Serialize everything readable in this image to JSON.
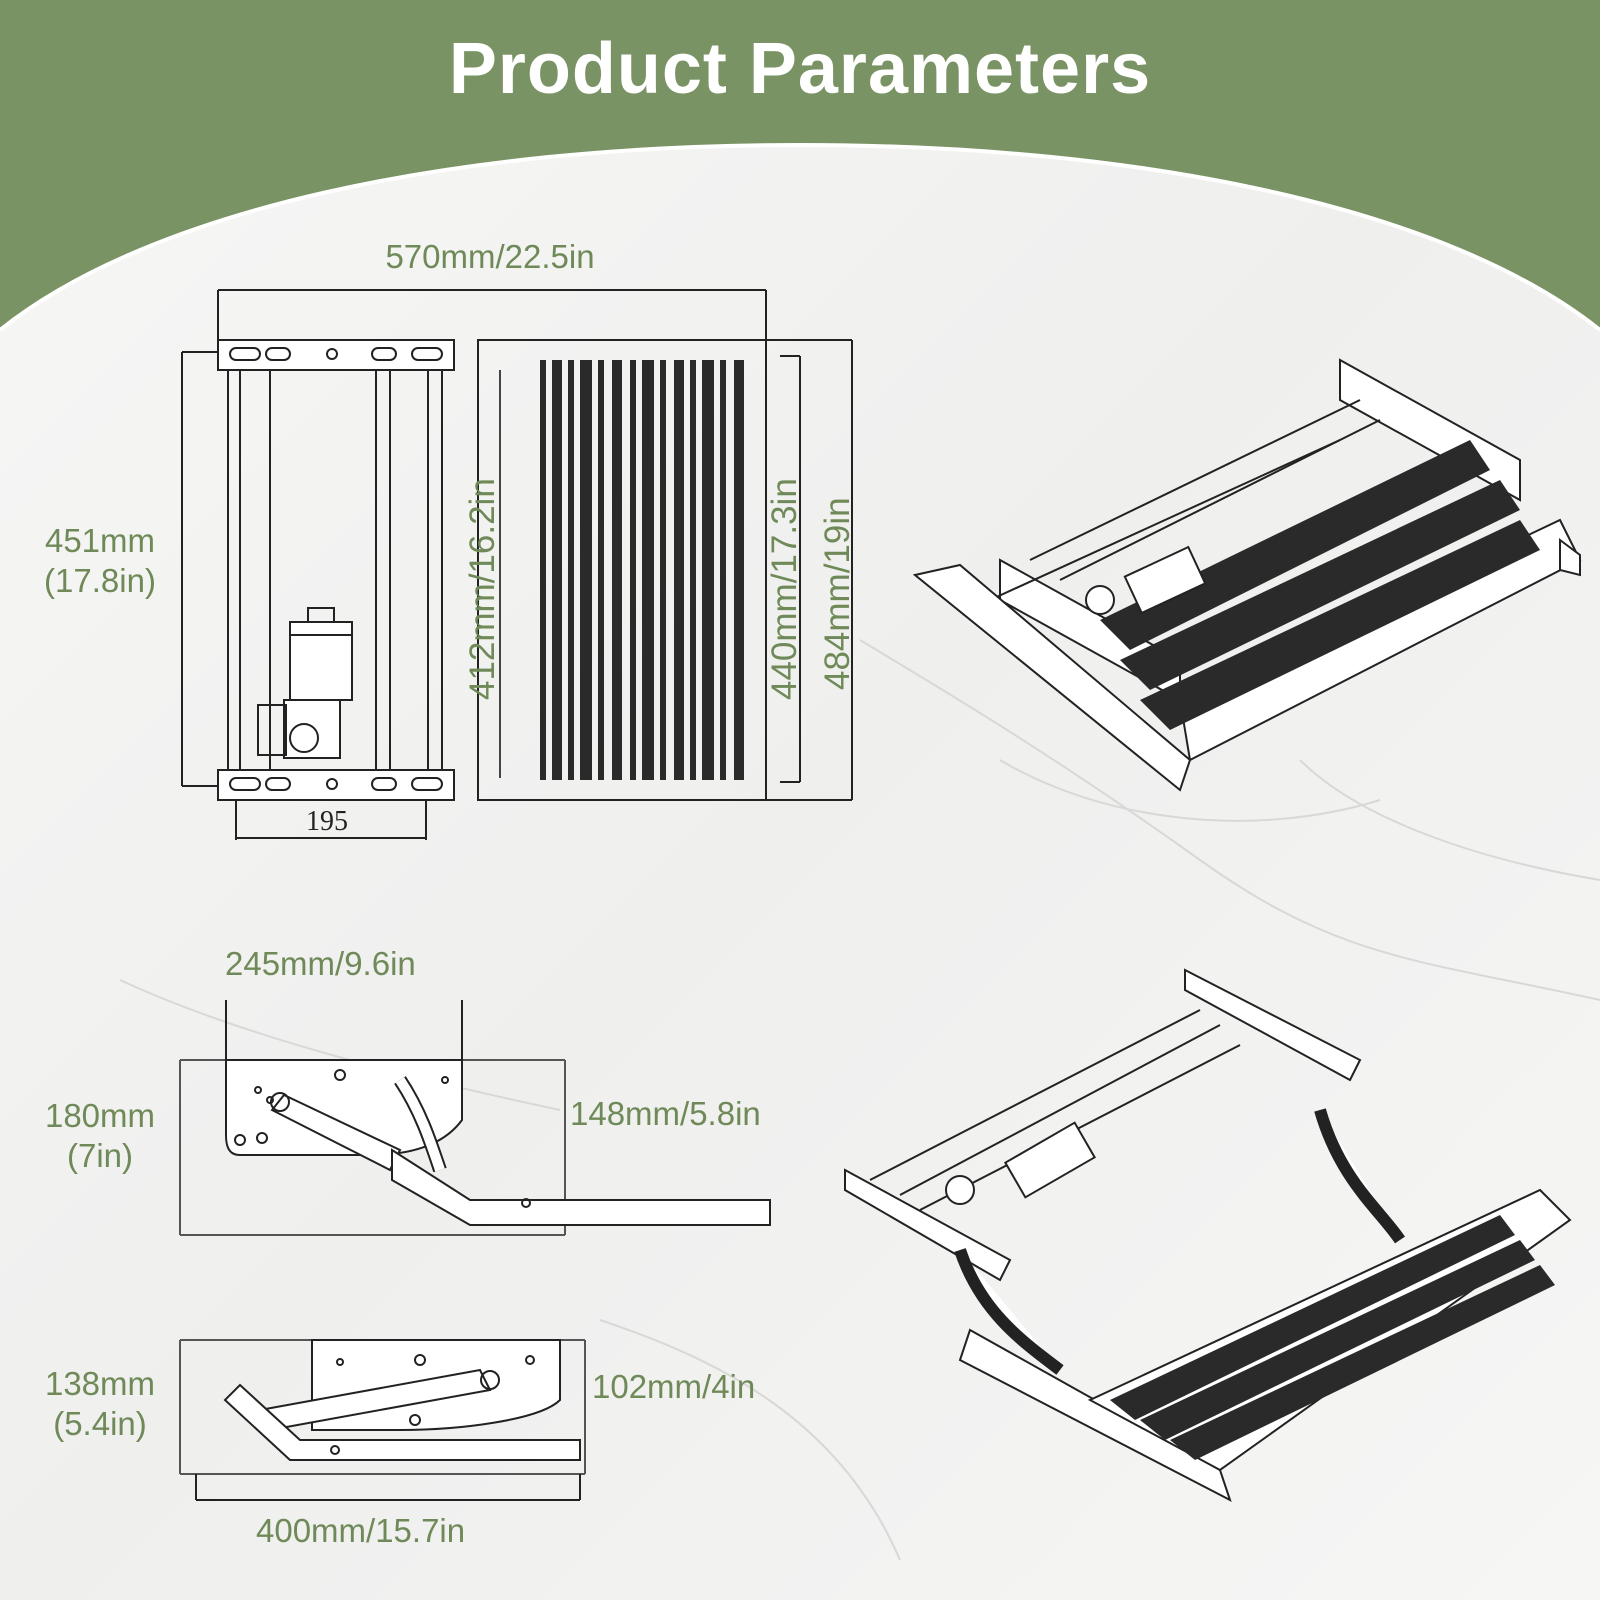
{
  "header": {
    "title": "Product Parameters",
    "band_color": "#7a9364",
    "text_color": "#ffffff"
  },
  "accent_color": "#6f8a58",
  "top_view": {
    "width_label": "570mm/22.5in",
    "height_label_line1": "451mm",
    "height_label_line2": "(17.8in)",
    "inner_label": "412mm/16.2in",
    "mid_label": "440mm/17.3in",
    "outer_label": "484mm/19in",
    "bracket_label": "195"
  },
  "side_view_extended": {
    "width_label": "245mm/9.6in",
    "height_label_line1": "180mm",
    "height_label_line2": "(7in)",
    "depth_label": "148mm/5.8in"
  },
  "side_view_retracted": {
    "height_label_line1": "138mm",
    "height_label_line2": "(5.4in)",
    "depth_label": "102mm/4in",
    "length_label": "400mm/15.7in"
  },
  "illustrations": [
    "step-3d-retracted",
    "step-3d-extended"
  ]
}
